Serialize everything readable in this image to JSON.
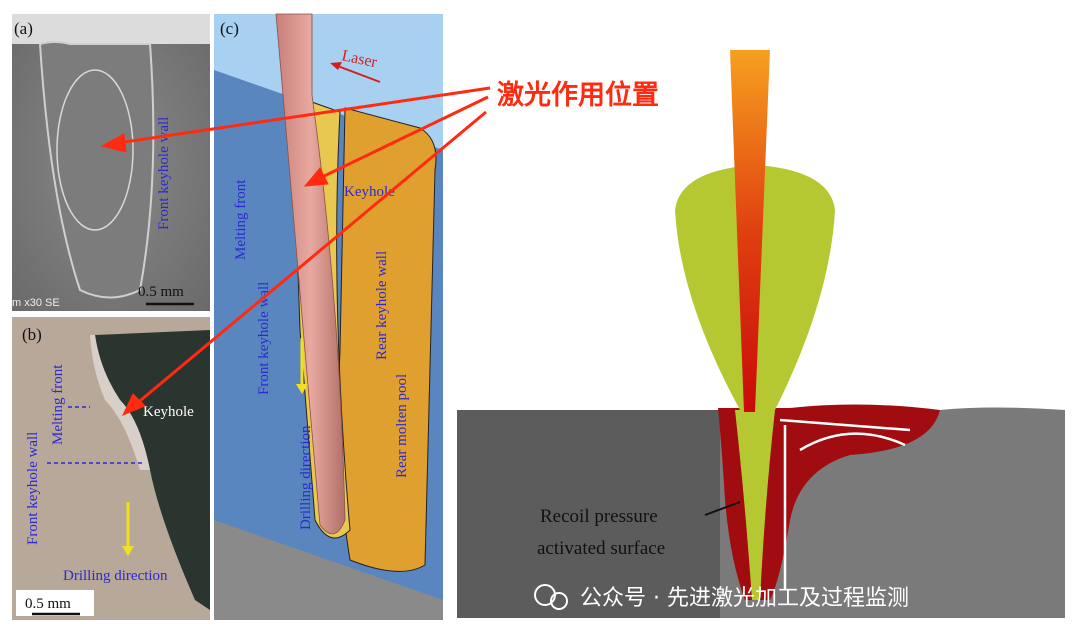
{
  "panels": {
    "a": {
      "label": "(a)",
      "annotation": "Front keyhole wall",
      "scale_bar": "0.5 mm",
      "sem_info": "m x30 SE"
    },
    "b": {
      "label": "(b)",
      "annotations": [
        "Front keyhole wall",
        "Melting front",
        "Keyhole",
        "Drilling direction"
      ],
      "scale_bar": "0.5 mm"
    },
    "c": {
      "label": "(c)",
      "annotations": [
        "Laser",
        "Keyhole",
        "Melting front",
        "Front keyhole wall",
        "Rear keyhole wall",
        "Drilling direction",
        "Rear molten pool"
      ]
    }
  },
  "callout_title": "激光作用位置",
  "right_diagram": {
    "label_line1": "Recoil pressure",
    "label_line2": "activated surface"
  },
  "watermark": "公众号 · 先进激光加工及过程监测",
  "colors": {
    "callout_red": "#ff2a10",
    "annotation_blue": "#2a2ad0",
    "torch_green": "#b5c832",
    "pool_red": "#a10c10",
    "workpiece_gray": "#7a7a7a"
  }
}
